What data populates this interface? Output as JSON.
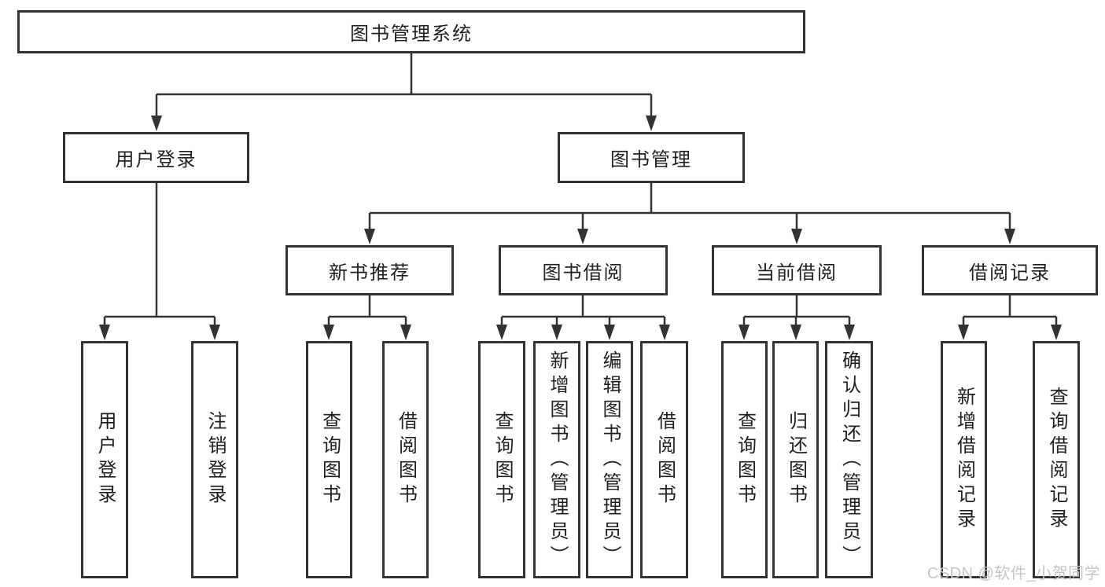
{
  "diagram_type": "hierarchy-tree",
  "tree": {
    "label": "图书管理系统",
    "children": [
      {
        "label": "用户登录",
        "children": [
          {
            "label": "用户登录"
          },
          {
            "label": "注销登录"
          }
        ]
      },
      {
        "label": "图书管理",
        "children": [
          {
            "label": "新书推荐",
            "children": [
              {
                "label": "查询图书"
              },
              {
                "label": "借阅图书"
              }
            ]
          },
          {
            "label": "图书借阅",
            "children": [
              {
                "label": "查询图书"
              },
              {
                "label": "新增图书（管理员）"
              },
              {
                "label": "编辑图书（管理员）"
              },
              {
                "label": "借阅图书"
              }
            ]
          },
          {
            "label": "当前借阅",
            "children": [
              {
                "label": "查询图书"
              },
              {
                "label": "归还图书"
              },
              {
                "label": "确认归还（管理员）"
              }
            ]
          },
          {
            "label": "借阅记录",
            "children": [
              {
                "label": "新增借阅记录"
              },
              {
                "label": "查询借阅记录"
              }
            ]
          }
        ]
      }
    ]
  },
  "watermark": {
    "text": "CSDN @软件_小贺同学"
  },
  "colors": {
    "background": "#ffffff",
    "box_fill": "#ffffff",
    "box_border": "#333333",
    "line": "#333333",
    "text": "#1f1f1f",
    "watermark": "#c6c6c6"
  }
}
